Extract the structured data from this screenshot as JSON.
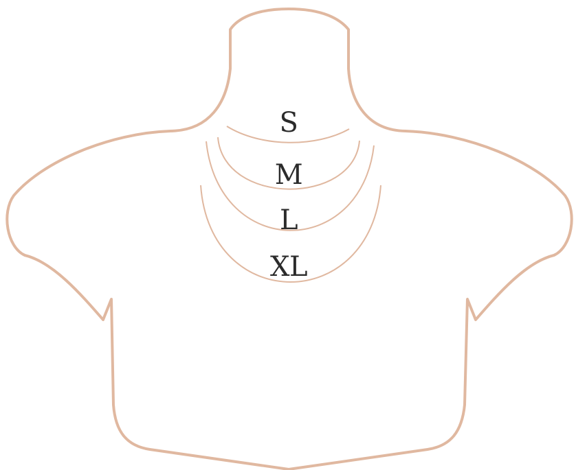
{
  "colors": {
    "outline": "#E0B8A0",
    "text": "#2B2B2B",
    "background": "#FFFFFF"
  },
  "sizes": [
    {
      "label": "S"
    },
    {
      "label": "M"
    },
    {
      "label": "L"
    },
    {
      "label": "XL"
    }
  ]
}
